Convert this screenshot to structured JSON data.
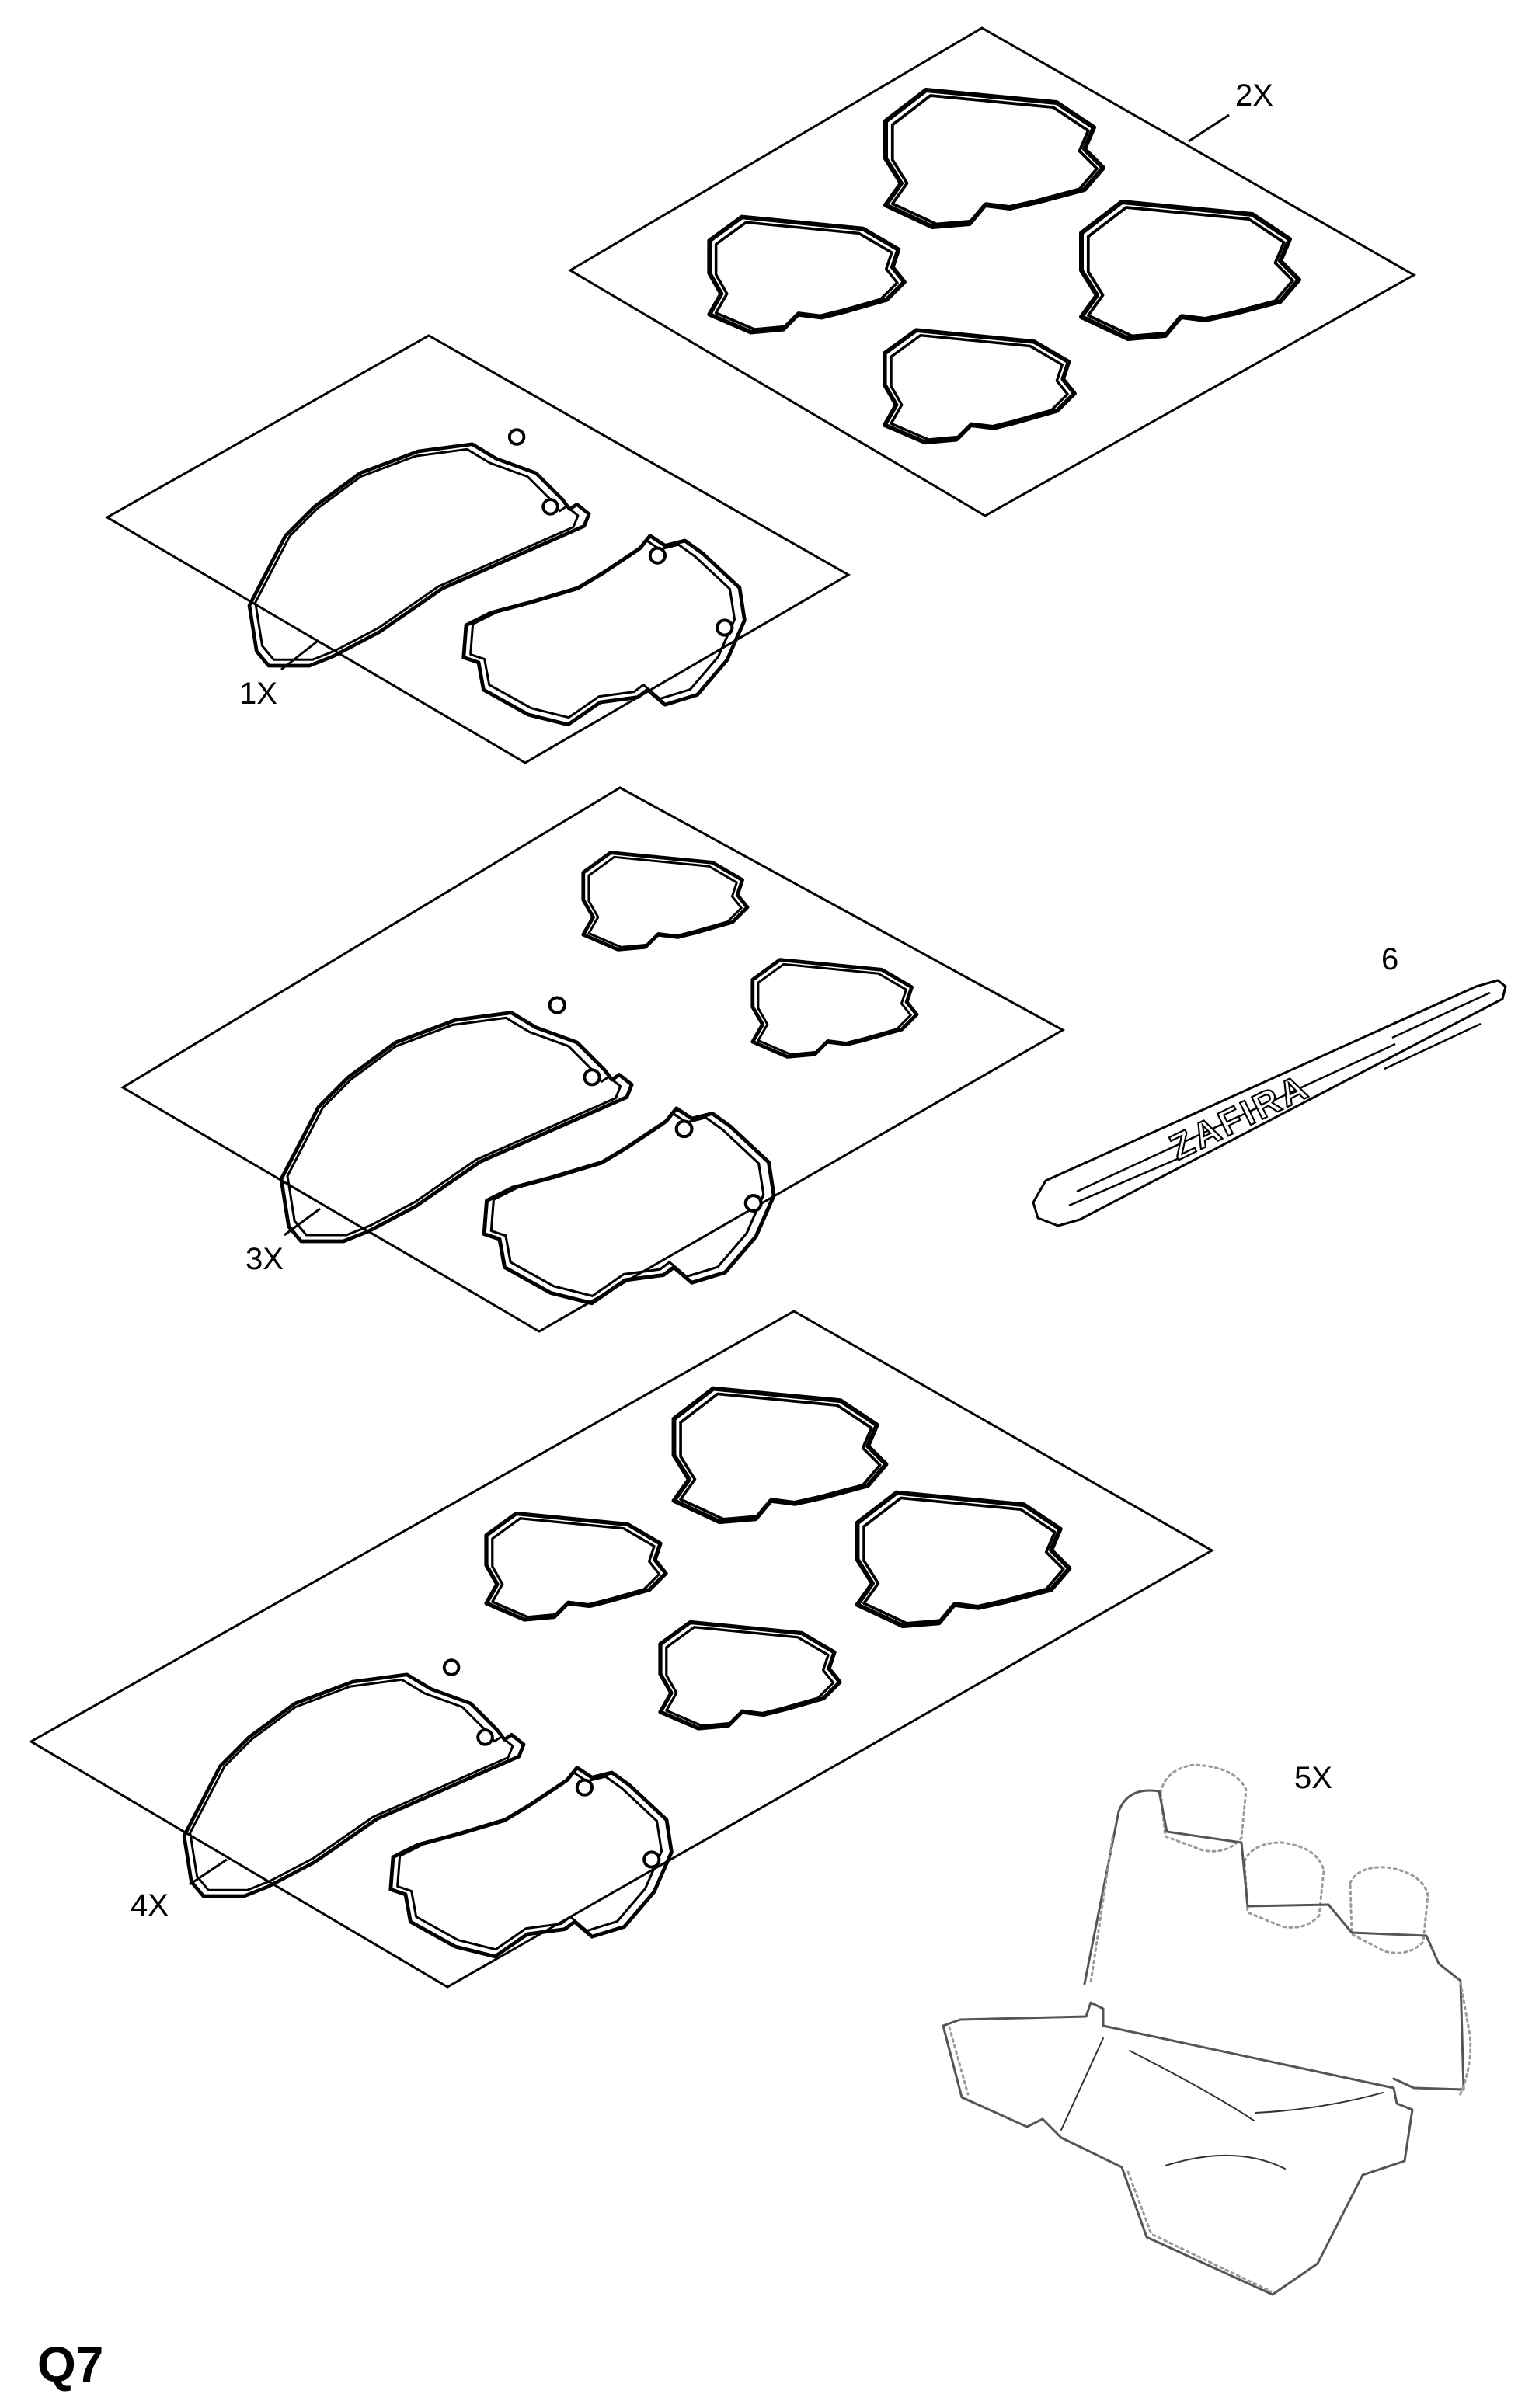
{
  "diagram": {
    "page_code": "Q7",
    "callouts": {
      "kit_1": "1X",
      "kit_2": "2X",
      "kit_3": "3X",
      "kit_4": "4X",
      "seat_cover": "5X",
      "sill_plate": "6"
    },
    "sill_plate_lettering": "ZAFIRA"
  }
}
